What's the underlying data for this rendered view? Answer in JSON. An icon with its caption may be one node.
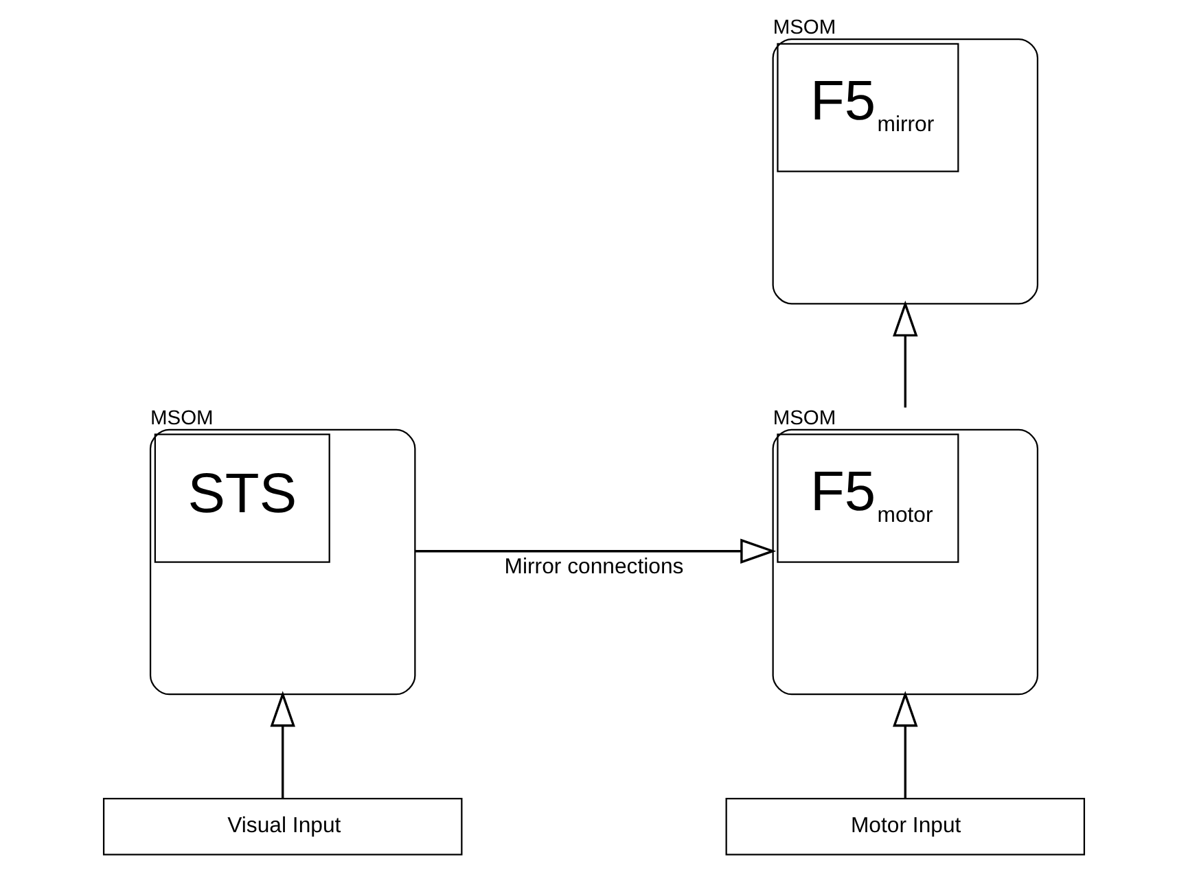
{
  "diagram": {
    "nodes": [
      {
        "text": [
          "MSOM",
          "F5$_{mirror}$"
        ]
      },
      {
        "text": [
          "MSOM",
          "F5$_{motor}$"
        ]
      },
      {
        "text": [
          "MSOM",
          "STS"
        ]
      },
      {
        "text": [
          "Motor Input"
        ]
      },
      {
        "text": [
          "Visual Input"
        ]
      }
    ],
    "edges": [
      {
        "from": 1,
        "to": 0,
        "arrow": "to"
      },
      {
        "from": 2,
        "to": 1,
        "arrow": "to",
        "label": "Mirror connections"
      },
      {
        "from": 3,
        "to": 1,
        "arrow": "to"
      },
      {
        "from": 4,
        "to": 2,
        "arrow": "to"
      }
    ]
  }
}
